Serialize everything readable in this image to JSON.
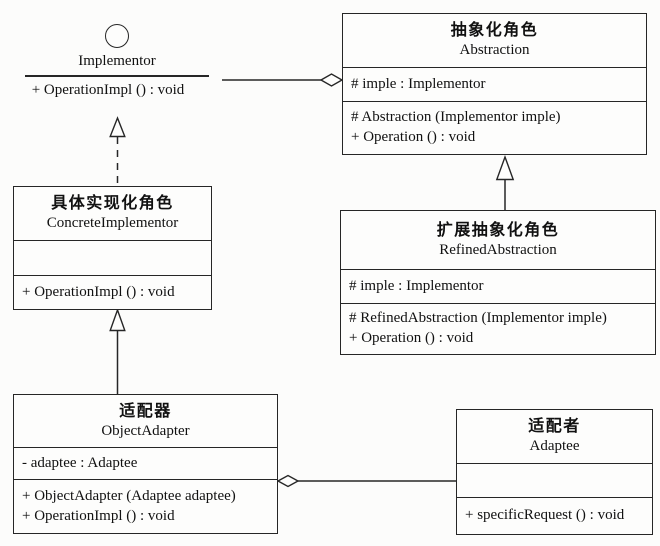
{
  "canvas": {
    "background": "#fcfcfb",
    "line_color": "#262626",
    "text_color": "#111111"
  },
  "implementor_interface": {
    "name": "Implementor",
    "operation": "+ OperationImpl () : void"
  },
  "classes": {
    "abstraction": {
      "title_cn": "抽象化角色",
      "title_en": "Abstraction",
      "attributes": [
        "# imple : Implementor"
      ],
      "methods": [
        "# Abstraction (Implementor imple)",
        "+ Operation () : void"
      ]
    },
    "refined_abstraction": {
      "title_cn": "扩展抽象化角色",
      "title_en": "RefinedAbstraction",
      "attributes": [
        "# imple : Implementor"
      ],
      "methods": [
        "# RefinedAbstraction (Implementor imple)",
        "+ Operation () : void"
      ]
    },
    "concrete_implementor": {
      "title_cn": "具体实现化角色",
      "title_en": "ConcreteImplementor",
      "attributes": [],
      "methods": [
        "+ OperationImpl () : void"
      ]
    },
    "object_adapter": {
      "title_cn": "适配器",
      "title_en": "ObjectAdapter",
      "attributes": [
        "- adaptee : Adaptee"
      ],
      "methods": [
        "+ ObjectAdapter (Adaptee adaptee)",
        "+ OperationImpl () : void"
      ]
    },
    "adaptee": {
      "title_cn": "适配者",
      "title_en": "Adaptee",
      "attributes": [],
      "methods": [
        "+ specificRequest () : void"
      ]
    }
  }
}
